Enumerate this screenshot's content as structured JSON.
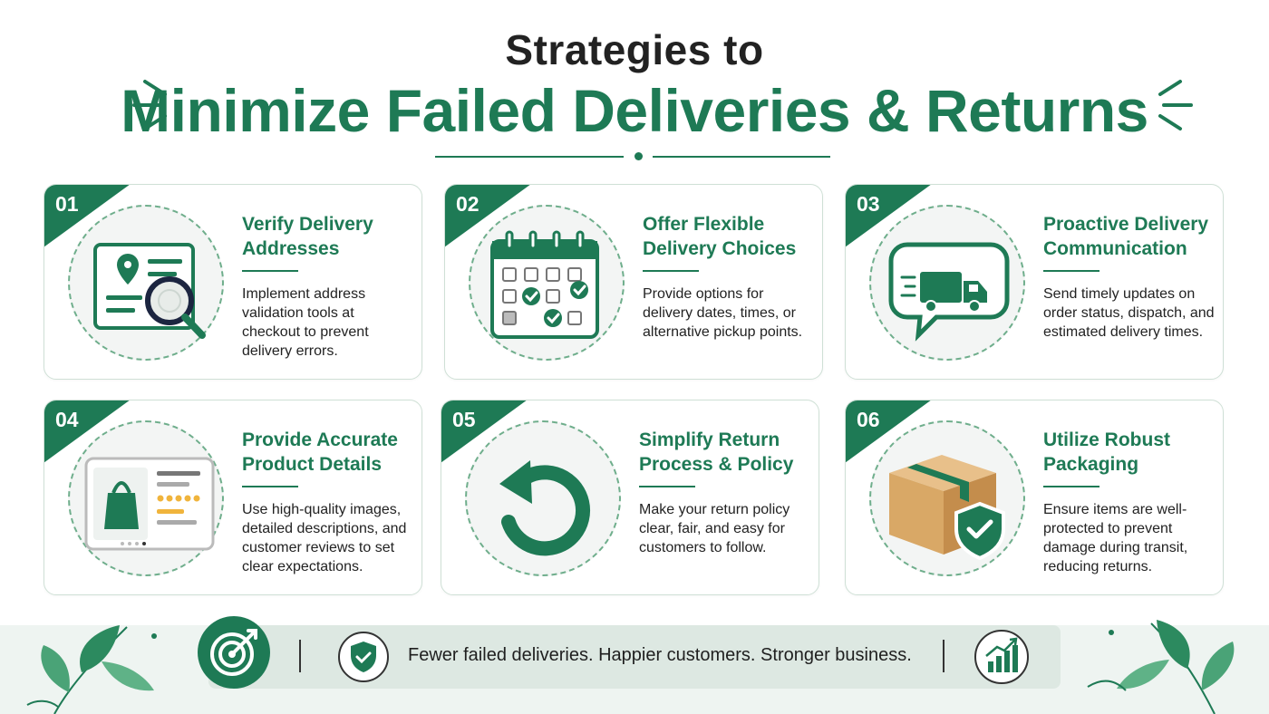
{
  "header": {
    "title_top": "Strategies to",
    "title_main": "Minimize Failed Deliveries & Returns"
  },
  "colors": {
    "accent": "#1e7a55",
    "card_border": "#cfe0d6",
    "background": "#ffffff"
  },
  "cards": [
    {
      "number": "01",
      "heading": "Verify Delivery Addresses",
      "description": "Implement address validation tools at checkout to prevent delivery errors.",
      "icon": "address-magnifier-icon"
    },
    {
      "number": "02",
      "heading": "Offer Flexible Delivery Choices",
      "description": "Provide options for delivery dates, times, or alternative pickup points.",
      "icon": "calendar-icon"
    },
    {
      "number": "03",
      "heading": "Proactive Delivery Communication",
      "description": "Send timely updates on order status, dispatch, and estimated delivery times.",
      "icon": "truck-message-icon"
    },
    {
      "number": "04",
      "heading": "Provide Accurate Product Details",
      "description": "Use high-quality images, detailed descriptions, and customer reviews to set clear expectations.",
      "icon": "product-listing-icon"
    },
    {
      "number": "05",
      "heading": "Simplify Return Process & Policy",
      "description": "Make your return policy clear, fair, and easy for customers to follow.",
      "icon": "return-arrow-icon"
    },
    {
      "number": "06",
      "heading": "Utilize Robust Packaging",
      "description": "Ensure items are well-protected to prevent damage during transit, reducing returns.",
      "icon": "package-shield-icon"
    }
  ],
  "footer": {
    "tagline": "Fewer failed deliveries.  Happier customers. Stronger business.",
    "icons": [
      "target-icon",
      "shield-check-icon",
      "growth-chart-icon"
    ]
  }
}
